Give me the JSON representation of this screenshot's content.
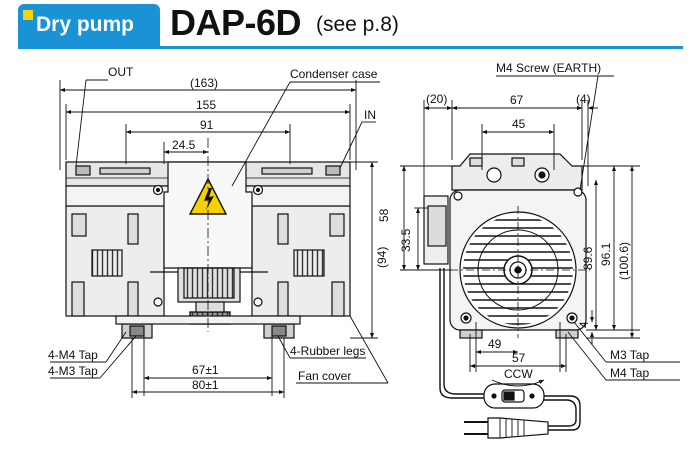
{
  "header": {
    "category": "Dry pump",
    "model": "DAP-6D",
    "page_ref": "(see p.8)"
  },
  "colors": {
    "accent_blue": "#1a93d6",
    "marker_yellow": "#f6d400",
    "warning_yellow": "#f5d000",
    "line": "#111111"
  },
  "front_view": {
    "labels": {
      "out": "OUT",
      "condenser_case": "Condenser case",
      "in": "IN",
      "tap_m4": "4-M4 Tap",
      "tap_m3": "4-M3 Tap",
      "rubber_legs": "4-Rubber legs",
      "fan_cover": "Fan cover"
    },
    "dims": {
      "overall_width": "(163)",
      "body_width": "155",
      "inner_width": "91",
      "offset": "24.5",
      "side_height": "(94)",
      "foot_pitch_inner": "67±1",
      "foot_pitch_outer": "80±1"
    }
  },
  "side_view": {
    "labels": {
      "m4_screw": "M4 Screw (EARTH)",
      "tap_m3": "M3 Tap",
      "tap_m4": "M4 Tap",
      "rotation": "CCW"
    },
    "dims": {
      "left_overhang": "(20)",
      "top_width": "67",
      "right_overhang": "(4)",
      "inner_width": "45",
      "height_58": "58",
      "height_33_5": "33.5",
      "height_89_6": "89.6",
      "height_96_1": "96.1",
      "height_100_6": "(100.6)",
      "foot_offset": "4",
      "base_49": "49",
      "base_57": "57"
    }
  }
}
